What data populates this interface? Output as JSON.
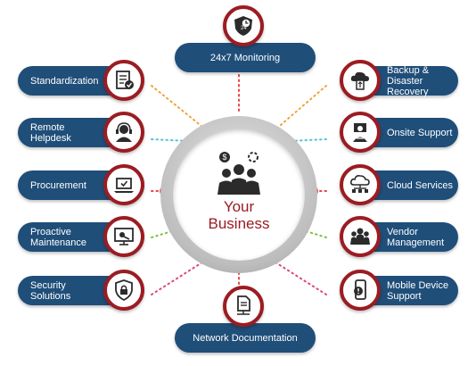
{
  "hub": {
    "line1": "Your",
    "line2": "Business"
  },
  "top": {
    "label": "24x7 Monitoring",
    "icon": "clock-shield-icon"
  },
  "bottom": {
    "label": "Network Documentation",
    "icon": "document-network-icon"
  },
  "left": [
    {
      "label": "Standardization",
      "icon": "checklist-icon"
    },
    {
      "label": "Remote\nHelpdesk",
      "icon": "headset-agent-icon"
    },
    {
      "label": "Procurement",
      "icon": "laptop-check-icon"
    },
    {
      "label": "Proactive\nMaintenance",
      "icon": "monitor-tools-icon"
    },
    {
      "label": "Security\nSolutions",
      "icon": "shield-lock-icon"
    }
  ],
  "right": [
    {
      "label": "Backup &\nDisaster Recovery",
      "icon": "cloud-backup-icon"
    },
    {
      "label": "Onsite Support",
      "icon": "technician-icon"
    },
    {
      "label": "Cloud Services",
      "icon": "cloud-network-icon"
    },
    {
      "label": "Vendor\nManagement",
      "icon": "team-icon"
    },
    {
      "label": "Mobile Device\nSupport",
      "icon": "mobile-alert-icon"
    }
  ],
  "colors": {
    "navy": "#1f4e79",
    "maroon": "#9b1c22",
    "orange": "#f2a33a",
    "cyan": "#4ec3e0",
    "red": "#e8434a",
    "green": "#7cc142",
    "pink": "#e0457b"
  }
}
